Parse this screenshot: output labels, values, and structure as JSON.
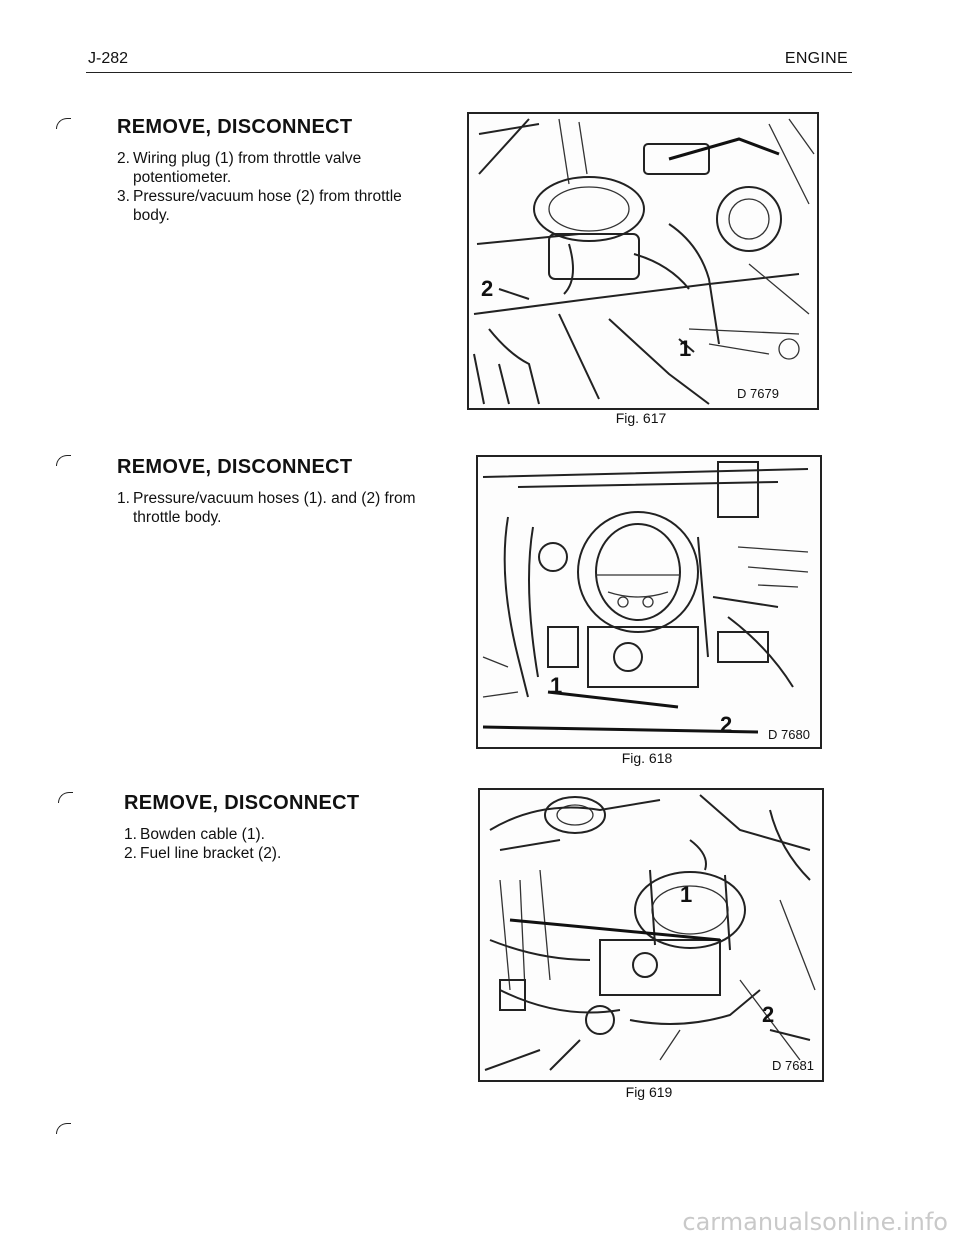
{
  "header": {
    "page_number": "J-282",
    "chapter": "ENGINE"
  },
  "sections": [
    {
      "title": "REMOVE, DISCONNECT",
      "steps": [
        {
          "num": "2.",
          "text": "Wiring plug (1) from throttle valve potentiometer."
        },
        {
          "num": "3.",
          "text": "Pressure/vacuum hose (2) from throttle body."
        }
      ],
      "figure": {
        "caption": "Fig. 617",
        "code": "D 7679",
        "callouts": [
          "1",
          "2"
        ]
      }
    },
    {
      "title": "REMOVE, DISCONNECT",
      "steps": [
        {
          "num": "1.",
          "text": "Pressure/vacuum hoses (1). and (2) from throttle body."
        }
      ],
      "figure": {
        "caption": "Fig. 618",
        "code": "D 7680",
        "callouts": [
          "1",
          "2"
        ]
      }
    },
    {
      "title": "REMOVE, DISCONNECT",
      "steps": [
        {
          "num": "1.",
          "text": "Bowden cable (1)."
        },
        {
          "num": "2.",
          "text": "Fuel line bracket (2)."
        }
      ],
      "figure": {
        "caption": "Fig 619",
        "code": "D 7681",
        "callouts": [
          "1",
          "2"
        ]
      }
    }
  ],
  "footer": {
    "watermark": "carmanualsonline.info"
  }
}
